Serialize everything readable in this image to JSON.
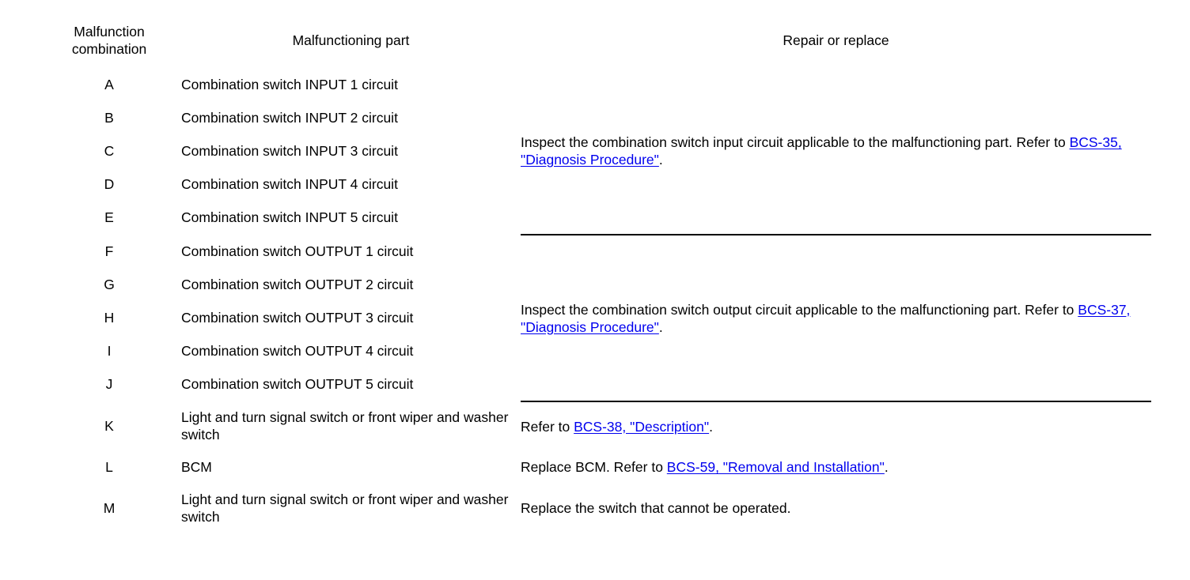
{
  "table": {
    "headers": {
      "col1": "Malfunction\ncombination",
      "col1_line1": "Malfunction",
      "col1_line2": "combination",
      "col2": "Malfunctioning part",
      "col3": "Repair or replace"
    },
    "rows": [
      {
        "letter": "A",
        "part": "Combination switch INPUT 1 circuit"
      },
      {
        "letter": "B",
        "part": "Combination switch INPUT 2 circuit"
      },
      {
        "letter": "C",
        "part": "Combination switch INPUT 3 circuit"
      },
      {
        "letter": "D",
        "part": "Combination switch INPUT 4 circuit"
      },
      {
        "letter": "E",
        "part": "Combination switch INPUT 5 circuit"
      },
      {
        "letter": "F",
        "part": "Combination switch OUTPUT 1 circuit"
      },
      {
        "letter": "G",
        "part": "Combination switch OUTPUT 2 circuit"
      },
      {
        "letter": "H",
        "part": "Combination switch OUTPUT 3 circuit"
      },
      {
        "letter": "I",
        "part": "Combination switch OUTPUT 4 circuit"
      },
      {
        "letter": "J",
        "part": "Combination switch OUTPUT 5 circuit"
      },
      {
        "letter": "K",
        "part": "Light and turn signal switch or front wiper and washer switch"
      },
      {
        "letter": "L",
        "part": "BCM"
      },
      {
        "letter": "M",
        "part": "Light and turn signal switch or front wiper and washer switch"
      }
    ],
    "repairs": {
      "input_group": {
        "text_before": "Inspect the combination switch input circuit applicable to the malfunctioning part. Refer to ",
        "link": "BCS-35, \"Diagnosis Procedure\"",
        "text_after": "."
      },
      "output_group": {
        "text_before": "Inspect the combination switch output circuit applicable to the malfunctioning part. Refer to ",
        "link": "BCS-37, \"Diagnosis Procedure\"",
        "text_after": "."
      },
      "row_k": {
        "text_before": "Refer to ",
        "link": "BCS-38, \"Description\"",
        "text_after": "."
      },
      "row_l": {
        "text_before": "Replace BCM. Refer to ",
        "link": "BCS-59, \"Removal and Installation\"",
        "text_after": "."
      },
      "row_m": {
        "text_before": "Replace the switch that cannot be operated.",
        "link": "",
        "text_after": ""
      }
    }
  },
  "colors": {
    "rule": "#000000",
    "text": "#000000",
    "background": "#ffffff"
  }
}
